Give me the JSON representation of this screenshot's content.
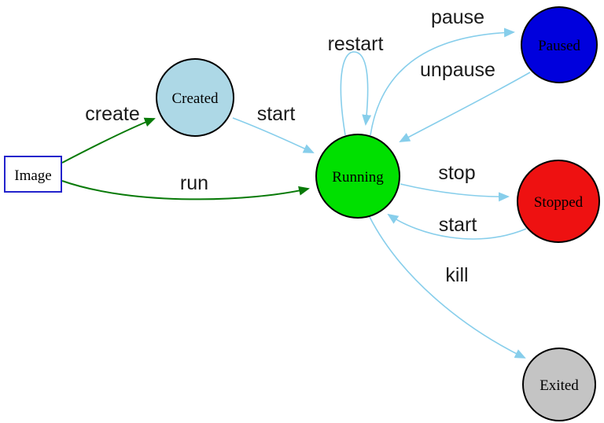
{
  "nodes": {
    "image": {
      "label": "Image",
      "fill": "#ffffff",
      "border": "#2323cc"
    },
    "created": {
      "label": "Created",
      "fill": "#add8e6"
    },
    "running": {
      "label": "Running",
      "fill": "#00e000"
    },
    "paused": {
      "label": "Paused",
      "fill": "#0000dd"
    },
    "stopped": {
      "label": "Stopped",
      "fill": "#ee1111"
    },
    "exited": {
      "label": "Exited",
      "fill": "#c4c4c4"
    }
  },
  "edges": {
    "create": {
      "label": "create",
      "color": "#087a08"
    },
    "run": {
      "label": "run",
      "color": "#087a08"
    },
    "start_created_running": {
      "label": "start",
      "color": "#87ceeb"
    },
    "restart": {
      "label": "restart",
      "color": "#87ceeb"
    },
    "pause": {
      "label": "pause",
      "color": "#87ceeb"
    },
    "unpause": {
      "label": "unpause",
      "color": "#87ceeb"
    },
    "stop": {
      "label": "stop",
      "color": "#87ceeb"
    },
    "start_stopped_running": {
      "label": "start",
      "color": "#87ceeb"
    },
    "kill": {
      "label": "kill",
      "color": "#87ceeb"
    }
  }
}
